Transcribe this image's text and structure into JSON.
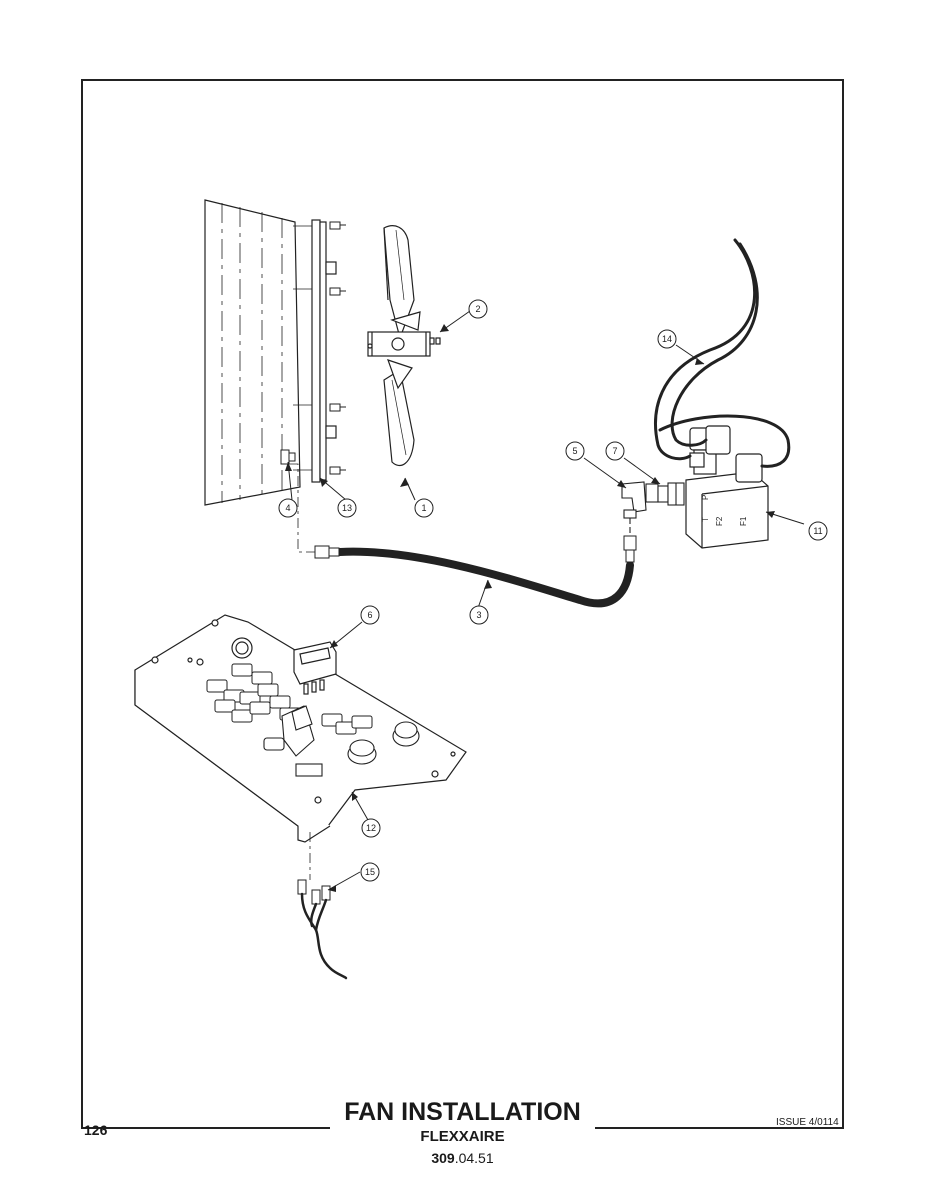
{
  "page": {
    "title": "FAN INSTALLATION",
    "subtitle": "FLEXXAIRE",
    "code_bold": "309",
    "code_rest": ".04.51",
    "page_number": "126",
    "issue": "ISSUE 4/0114"
  },
  "callouts": [
    "1",
    "2",
    "3",
    "4",
    "5",
    "6",
    "7",
    "11",
    "12",
    "13",
    "14",
    "15"
  ],
  "valve_port_labels": [
    "P",
    "T",
    "F2",
    "F1"
  ]
}
